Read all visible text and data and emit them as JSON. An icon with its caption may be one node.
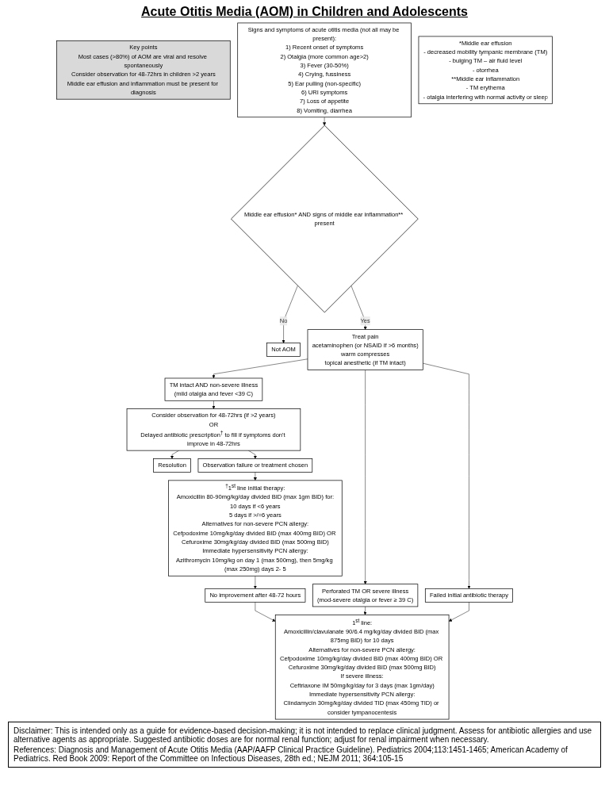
{
  "diagram": {
    "title": "Acute Otitis Media (AOM) in Children and Adolescents",
    "nodes": [
      {
        "text": [
          "Key points",
          "Most cases (>80%) of AOM are viral and resolve spontaneously",
          "Consider observation for 48-72hrs in children >2 years",
          "Middle ear effusion and inflammation must be present for diagnosis"
        ]
      },
      {
        "text": [
          "Signs and symptoms of acute otitis media (not all may be present):",
          "1) Recent onset of symptoms",
          "2) Otalgia (more common age>2)",
          "3) Fever (30-50%)",
          "4) Crying, fussiness",
          "5) Ear pulling (non-specific)",
          "6) URI symptoms",
          "7) Loss of appetite",
          "8) Vomiting, diarrhea"
        ]
      },
      {
        "text": [
          "Middle ear effusion* AND signs of middle ear inflammation** present"
        ]
      },
      {
        "text": [
          "Not AOM"
        ]
      },
      {
        "text": [
          "*Middle ear effusion",
          "- decreased mobility tympanic membrane (TM)",
          "- bulging TM – air fluid level",
          "- otorrhea",
          "**Middle ear inflammation",
          "- TM erythema",
          "- otalgia interfering with normal activity or sleep"
        ]
      },
      {
        "text": [
          "Treat pain",
          "acetaminophen (or NSAID if >6 months)",
          "warm compresses",
          "topical anesthetic (if TM intact)"
        ]
      },
      {
        "text": [
          "TM intact AND non-severe illness",
          "(mild otalgia and fever <39 C)"
        ]
      },
      {
        "text": [
          "Perforated TM OR severe illness",
          "(mod-severe otalgia or fever ≥ 39 C)"
        ]
      },
      {
        "text": [
          "Failed initial antibiotic therapy"
        ]
      },
      {
        "text": [
          "Consider observation for 48-72hrs (if >2 years)",
          "OR",
          "Delayed antibiotic prescription$^{†}$ to fill if symptoms don't improve in 48-72hrs"
        ]
      },
      {
        "text": [
          "Resolution"
        ]
      },
      {
        "text": [
          "Observation failure or treatment chosen"
        ]
      },
      {
        "text": [
          "1$^{st}$ line:",
          "Amoxicillin/clavulanate 90/6.4 mg/kg/day divided BID (max 875mg BID) for 10 days",
          "Alternatives for non-severe PCN allergy:",
          "Cefpodoxime 10mg/kg/day divided BID (max 400mg BID) OR Cefuroxime 30mg/kg/day divided BID (max 500mg BID)",
          "If severe illness:",
          "Ceftriaxone IM 50mg/kg/day for 3 days (max 1gm/day)",
          "Immediate hypersensitivity PCN allergy:",
          "Clindamycin 30mg/kg/day divided TID (max 450mg TID) or consider tympanocentesis"
        ]
      },
      {
        "text": [
          "$^{†}$1$^{st}$ line initial therapy:",
          "Amoxicillin 80-90mg/kg/day divided BID (max 1gm BID) for:",
          "10 days if <6 years",
          "5 days if >/=6 years",
          "Alternatives for non-severe PCN allergy:",
          "Cefpodoxime 10mg/kg/day divided BID (max 400mg BID) OR Cefuroxime 30mg/kg/day divided BID (max 500mg BID)",
          "Immediate hypersensitivity PCN allergy:",
          "Azithromycin 10mg/kg on day 1 (max 500mg), then 5mg/kg (max 250mg) days 2- 5"
        ]
      },
      {
        "text": [
          "No improvement after 48-72 hours"
        ]
      }
    ],
    "edges": [
      {
        "from": 1,
        "to": 2,
        "arrow": "to"
      },
      {
        "from": 2,
        "to": 3,
        "arrow": "to",
        "label": "No"
      },
      {
        "from": 2,
        "to": 5,
        "arrow": "to",
        "label": "Yes"
      },
      {
        "from": 5,
        "to": 6,
        "arrow": "to"
      },
      {
        "from": 5,
        "to": 7,
        "arrow": "to"
      },
      {
        "from": 5,
        "to": 8,
        "arrow": "to"
      },
      {
        "from": 6,
        "to": 9,
        "arrow": "to"
      },
      {
        "from": 7,
        "to": 12,
        "arrow": "to"
      },
      {
        "from": 8,
        "to": 12,
        "arrow": "to"
      },
      {
        "from": 9,
        "to": 10,
        "arrow": "to"
      },
      {
        "from": 9,
        "to": 11,
        "arrow": "to"
      },
      {
        "from": 11,
        "to": 13,
        "arrow": "to"
      },
      {
        "from": 13,
        "to": 14,
        "arrow": "to"
      },
      {
        "from": 14,
        "to": 12,
        "arrow": "to"
      }
    ],
    "labels": [
      "Disclaimer: This is intended only as a guide for evidence-based decision-making; it is not intended to replace clinical judgment. Assess for antibiotic allergies and use alternative agents as appropriate. Suggested antibiotic doses are for normal renal function; adjust for renal impairment when necessary.",
      "References: Diagnosis and Management of Acute Otitis Media (AAP/AAFP Clinical Practice Guideline). Pediatrics 2004;113:1451-1465; American Academy of Pediatrics. Red Book 2009: Report of the Committee on Infectious Diseases, 28th ed.; NEJM 2011; 364:105-15"
    ]
  }
}
